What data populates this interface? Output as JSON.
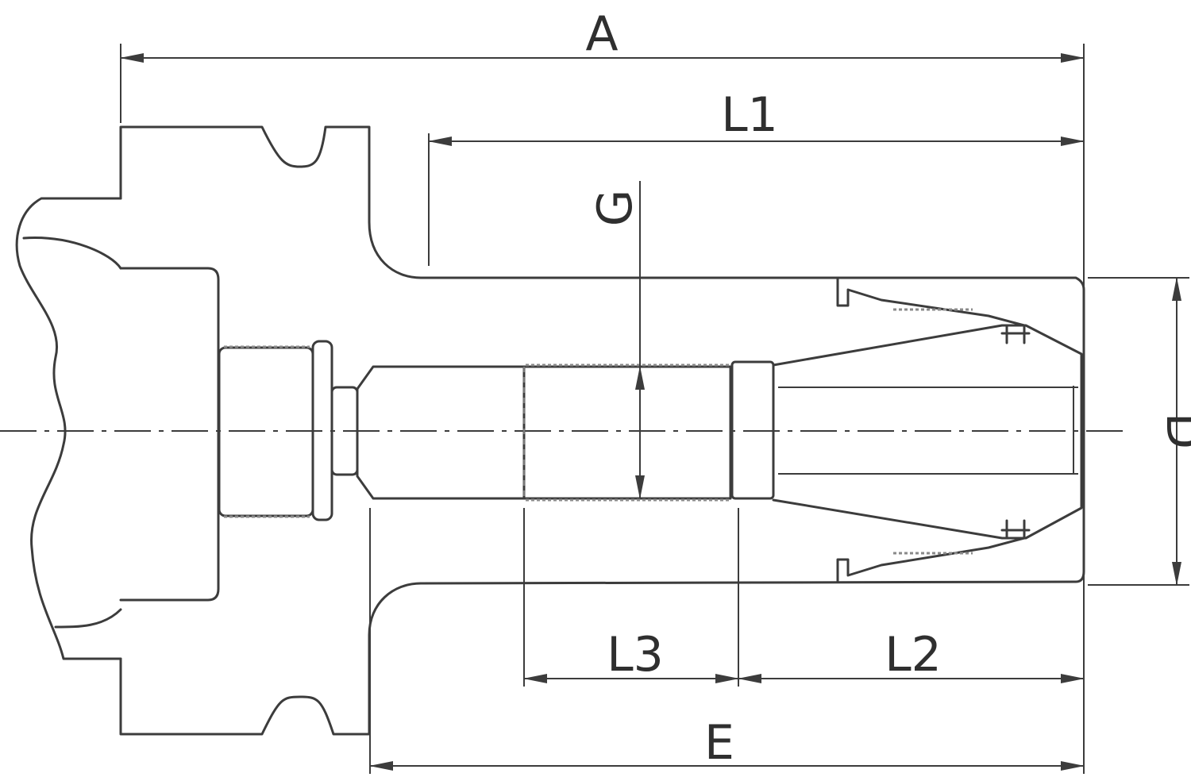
{
  "dimensions": {
    "A": "A",
    "L1": "L1",
    "G": "G",
    "D": "D",
    "L3": "L3",
    "L2": "L2",
    "E": "E"
  },
  "colors": {
    "line": "#3c3c3c",
    "background": "#ffffff"
  }
}
